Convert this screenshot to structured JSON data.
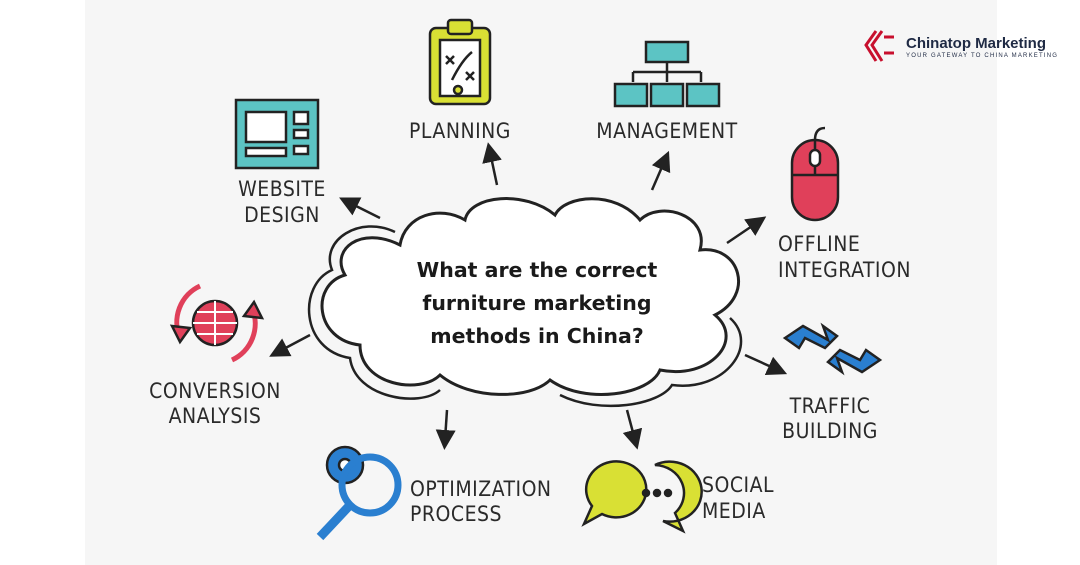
{
  "central_question": [
    "What are the correct",
    "furniture marketing",
    "methods in China?"
  ],
  "nodes": {
    "planning": [
      "PLANNING"
    ],
    "management": [
      "MANAGEMENT"
    ],
    "website_design": [
      "WEBSITE",
      "DESIGN"
    ],
    "offline_integration": [
      "OFFLINE",
      "INTEGRATION"
    ],
    "conversion_analysis": [
      "CONVERSION",
      "ANALYSIS"
    ],
    "traffic_building": [
      "TRAFFIC",
      "BUILDING"
    ],
    "optimization_process": [
      "OPTIMIZATION",
      "PROCESS"
    ],
    "social_media": [
      "SOCIAL",
      "MEDIA"
    ]
  },
  "logo": {
    "name": "Chinatop Marketing",
    "tagline": "YOUR GATEWAY TO CHINA MARKETING"
  },
  "colors": {
    "teal": "#5cc4c4",
    "yellow": "#d9e034",
    "red": "#e0405a",
    "blue": "#2a7fd0",
    "brand_red": "#c8102e",
    "brand_navy": "#1f2a44"
  }
}
